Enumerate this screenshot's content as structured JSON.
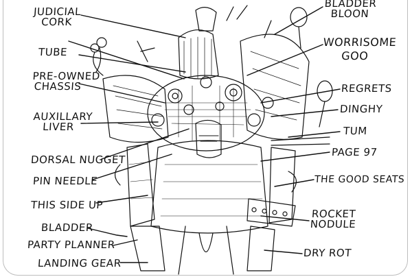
{
  "labels": {
    "judicial_cork": [
      "JUDICIAL",
      "CORK"
    ],
    "tube": [
      "TUBE"
    ],
    "pre_owned_chassis": [
      "PRE-OWNED",
      "CHASSIS"
    ],
    "auxillary_liver": [
      "AUXILLARY",
      "LIVER"
    ],
    "dorsal_nugget": [
      "DORSAL NUGGET"
    ],
    "pin_needle": [
      "PIN NEEDLE"
    ],
    "this_side_up": [
      "THIS SIDE UP"
    ],
    "bladder": [
      "BLADDER"
    ],
    "party_planner": [
      "PARTY PLANNER"
    ],
    "landing_gear": [
      "LANDING GEAR"
    ],
    "bladder_bloon": [
      "BLADDER",
      "BLOON"
    ],
    "worrisome_goo": [
      "WORRISOME",
      "GOO"
    ],
    "regrets": [
      "REGRETS"
    ],
    "dinghy": [
      "DINGHY"
    ],
    "tum": [
      "TUM"
    ],
    "page_97": [
      "PAGE 97"
    ],
    "the_good_seats": [
      "THE GOOD SEATS"
    ],
    "rocket_nodule": [
      "ROCKET",
      "NODULE"
    ],
    "dry_rot": [
      "DRY ROT"
    ]
  },
  "colors": {
    "ink": "#111111",
    "frame": "#bdbdbd",
    "paper": "#ffffff"
  }
}
